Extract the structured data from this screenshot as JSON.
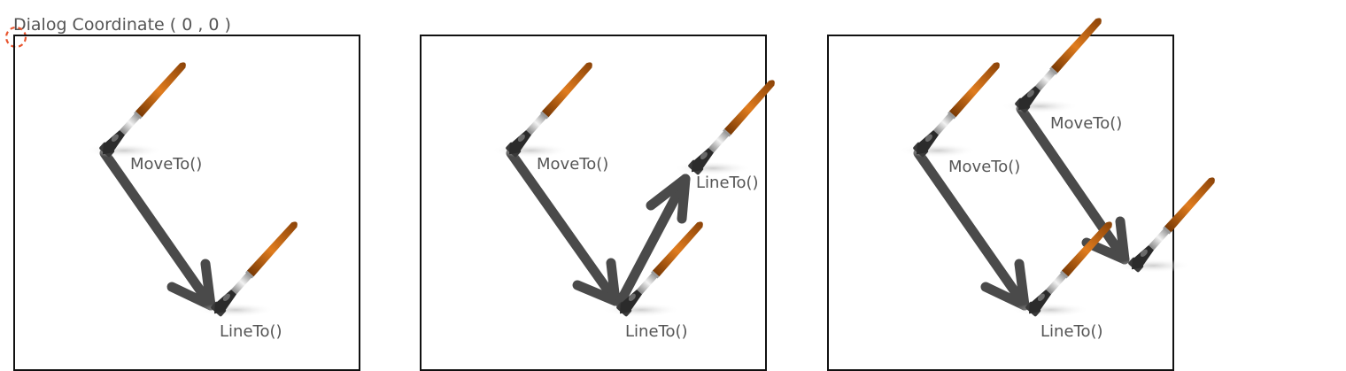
{
  "title": "Dialog Coordinate ( 0 , 0 )",
  "labels": {
    "move_to": "MoveTo()",
    "line_to": "LineTo()"
  },
  "colors": {
    "stroke": "#4a4a4a",
    "frame": "#111111",
    "origin_marker": "#e8552e",
    "brush_handle": "#c8660c",
    "brush_ferrule": "#c9c9c9",
    "brush_tip": "#2a2a2a"
  },
  "icons": [
    "paint-brush-icon",
    "arrow-head",
    "origin-marker-icon"
  ]
}
